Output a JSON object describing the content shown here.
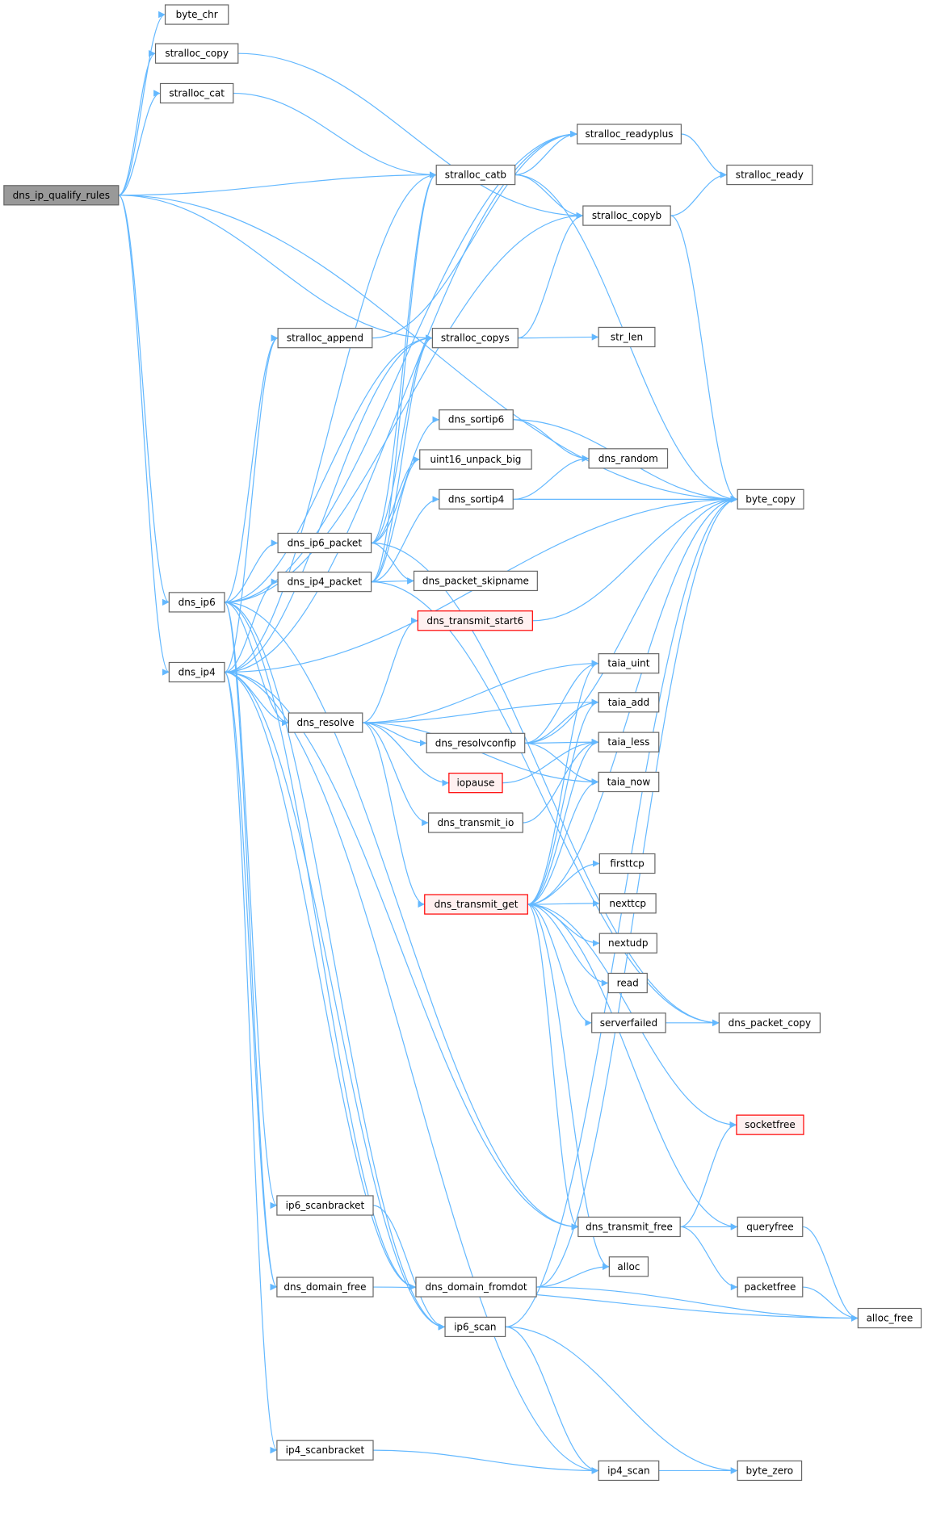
{
  "graph": {
    "type": "call-graph",
    "edge_color": "#63b8ff",
    "nodes": {
      "dns_ip_qualify_rules": {
        "label": "dns_ip_qualify_rules",
        "style": "root"
      },
      "byte_chr": {
        "label": "byte_chr",
        "style": "normal"
      },
      "stralloc_copy": {
        "label": "stralloc_copy",
        "style": "normal"
      },
      "stralloc_cat": {
        "label": "stralloc_cat",
        "style": "normal"
      },
      "stralloc_readyplus": {
        "label": "stralloc_readyplus",
        "style": "normal"
      },
      "stralloc_catb": {
        "label": "stralloc_catb",
        "style": "normal"
      },
      "stralloc_ready": {
        "label": "stralloc_ready",
        "style": "normal"
      },
      "stralloc_copyb": {
        "label": "stralloc_copyb",
        "style": "normal"
      },
      "stralloc_append": {
        "label": "stralloc_append",
        "style": "normal"
      },
      "stralloc_copys": {
        "label": "stralloc_copys",
        "style": "normal"
      },
      "str_len": {
        "label": "str_len",
        "style": "normal"
      },
      "dns_sortip6": {
        "label": "dns_sortip6",
        "style": "normal"
      },
      "uint16_unpack_big": {
        "label": "uint16_unpack_big",
        "style": "normal"
      },
      "dns_random": {
        "label": "dns_random",
        "style": "normal"
      },
      "dns_sortip4": {
        "label": "dns_sortip4",
        "style": "normal"
      },
      "byte_copy": {
        "label": "byte_copy",
        "style": "normal"
      },
      "dns_ip6_packet": {
        "label": "dns_ip6_packet",
        "style": "normal"
      },
      "dns_ip4_packet": {
        "label": "dns_ip4_packet",
        "style": "normal"
      },
      "dns_packet_skipname": {
        "label": "dns_packet_skipname",
        "style": "normal"
      },
      "dns_ip6": {
        "label": "dns_ip6",
        "style": "normal"
      },
      "dns_transmit_start6": {
        "label": "dns_transmit_start6",
        "style": "red"
      },
      "dns_ip4": {
        "label": "dns_ip4",
        "style": "normal"
      },
      "taia_uint": {
        "label": "taia_uint",
        "style": "normal"
      },
      "taia_add": {
        "label": "taia_add",
        "style": "normal"
      },
      "dns_resolve": {
        "label": "dns_resolve",
        "style": "normal"
      },
      "dns_resolvconfip": {
        "label": "dns_resolvconfip",
        "style": "normal"
      },
      "taia_less": {
        "label": "taia_less",
        "style": "normal"
      },
      "iopause": {
        "label": "iopause",
        "style": "red"
      },
      "taia_now": {
        "label": "taia_now",
        "style": "normal"
      },
      "dns_transmit_io": {
        "label": "dns_transmit_io",
        "style": "normal"
      },
      "firsttcp": {
        "label": "firsttcp",
        "style": "normal"
      },
      "dns_transmit_get": {
        "label": "dns_transmit_get",
        "style": "red"
      },
      "nexttcp": {
        "label": "nexttcp",
        "style": "normal"
      },
      "nextudp": {
        "label": "nextudp",
        "style": "normal"
      },
      "read": {
        "label": "read",
        "style": "normal"
      },
      "serverfailed": {
        "label": "serverfailed",
        "style": "normal"
      },
      "dns_packet_copy": {
        "label": "dns_packet_copy",
        "style": "normal"
      },
      "socketfree": {
        "label": "socketfree",
        "style": "red"
      },
      "ip6_scanbracket": {
        "label": "ip6_scanbracket",
        "style": "normal"
      },
      "dns_transmit_free": {
        "label": "dns_transmit_free",
        "style": "normal"
      },
      "queryfree": {
        "label": "queryfree",
        "style": "normal"
      },
      "alloc": {
        "label": "alloc",
        "style": "normal"
      },
      "dns_domain_free": {
        "label": "dns_domain_free",
        "style": "normal"
      },
      "dns_domain_fromdot": {
        "label": "dns_domain_fromdot",
        "style": "normal"
      },
      "packetfree": {
        "label": "packetfree",
        "style": "normal"
      },
      "alloc_free": {
        "label": "alloc_free",
        "style": "normal"
      },
      "ip6_scan": {
        "label": "ip6_scan",
        "style": "normal"
      },
      "ip4_scanbracket": {
        "label": "ip4_scanbracket",
        "style": "normal"
      },
      "ip4_scan": {
        "label": "ip4_scan",
        "style": "normal"
      },
      "byte_zero": {
        "label": "byte_zero",
        "style": "normal"
      }
    },
    "edges": [
      [
        "dns_ip_qualify_rules",
        "byte_chr"
      ],
      [
        "dns_ip_qualify_rules",
        "stralloc_copy"
      ],
      [
        "dns_ip_qualify_rules",
        "stralloc_cat"
      ],
      [
        "dns_ip_qualify_rules",
        "stralloc_catb"
      ],
      [
        "dns_ip_qualify_rules",
        "byte_copy"
      ],
      [
        "dns_ip_qualify_rules",
        "stralloc_copys"
      ],
      [
        "dns_ip_qualify_rules",
        "dns_ip6"
      ],
      [
        "dns_ip_qualify_rules",
        "dns_ip4"
      ],
      [
        "stralloc_copy",
        "stralloc_copyb"
      ],
      [
        "stralloc_cat",
        "stralloc_catb"
      ],
      [
        "stralloc_catb",
        "stralloc_readyplus"
      ],
      [
        "stralloc_catb",
        "stralloc_copyb"
      ],
      [
        "stralloc_catb",
        "byte_copy"
      ],
      [
        "stralloc_readyplus",
        "stralloc_ready"
      ],
      [
        "stralloc_copyb",
        "stralloc_ready"
      ],
      [
        "stralloc_copyb",
        "byte_copy"
      ],
      [
        "stralloc_copys",
        "stralloc_copyb"
      ],
      [
        "stralloc_copys",
        "str_len"
      ],
      [
        "stralloc_append",
        "stralloc_readyplus"
      ],
      [
        "dns_sortip6",
        "dns_random"
      ],
      [
        "dns_sortip6",
        "byte_copy"
      ],
      [
        "dns_sortip4",
        "dns_random"
      ],
      [
        "dns_sortip4",
        "byte_copy"
      ],
      [
        "dns_ip6_packet",
        "stralloc_catb"
      ],
      [
        "dns_ip6_packet",
        "stralloc_copys"
      ],
      [
        "dns_ip6_packet",
        "dns_sortip6"
      ],
      [
        "dns_ip6_packet",
        "uint16_unpack_big"
      ],
      [
        "dns_ip6_packet",
        "dns_packet_skipname"
      ],
      [
        "dns_ip6_packet",
        "dns_packet_copy"
      ],
      [
        "dns_ip4_packet",
        "stralloc_catb"
      ],
      [
        "dns_ip4_packet",
        "stralloc_copys"
      ],
      [
        "dns_ip4_packet",
        "dns_sortip4"
      ],
      [
        "dns_ip4_packet",
        "uint16_unpack_big"
      ],
      [
        "dns_ip4_packet",
        "dns_packet_skipname"
      ],
      [
        "dns_ip4_packet",
        "dns_packet_copy"
      ],
      [
        "dns_ip6",
        "stralloc_readyplus"
      ],
      [
        "dns_ip6",
        "stralloc_copyb"
      ],
      [
        "dns_ip6",
        "stralloc_append"
      ],
      [
        "dns_ip6",
        "stralloc_copys"
      ],
      [
        "dns_ip6",
        "dns_ip6_packet"
      ],
      [
        "dns_ip6",
        "dns_resolve"
      ],
      [
        "dns_ip6",
        "dns_transmit_free"
      ],
      [
        "dns_ip6",
        "ip6_scanbracket"
      ],
      [
        "dns_ip6",
        "dns_domain_free"
      ],
      [
        "dns_ip6",
        "dns_domain_fromdot"
      ],
      [
        "dns_ip6",
        "ip6_scan"
      ],
      [
        "dns_ip4",
        "stralloc_readyplus"
      ],
      [
        "dns_ip4",
        "stralloc_catb"
      ],
      [
        "dns_ip4",
        "byte_copy"
      ],
      [
        "dns_ip4",
        "stralloc_append"
      ],
      [
        "dns_ip4",
        "stralloc_copys"
      ],
      [
        "dns_ip4",
        "dns_ip4_packet"
      ],
      [
        "dns_ip4",
        "dns_resolve"
      ],
      [
        "dns_ip4",
        "dns_transmit_free"
      ],
      [
        "dns_ip4",
        "dns_domain_free"
      ],
      [
        "dns_ip4",
        "dns_domain_fromdot"
      ],
      [
        "dns_ip4",
        "ip4_scanbracket"
      ],
      [
        "dns_ip4",
        "ip4_scan"
      ],
      [
        "dns_ip4",
        "ip6_scan"
      ],
      [
        "dns_resolve",
        "dns_transmit_start6"
      ],
      [
        "dns_resolve",
        "taia_uint"
      ],
      [
        "dns_resolve",
        "taia_add"
      ],
      [
        "dns_resolve",
        "dns_resolvconfip"
      ],
      [
        "dns_resolve",
        "iopause"
      ],
      [
        "dns_resolve",
        "dns_transmit_io"
      ],
      [
        "dns_resolve",
        "taia_now"
      ],
      [
        "dns_resolve",
        "dns_transmit_get"
      ],
      [
        "dns_transmit_start6",
        "byte_copy"
      ],
      [
        "dns_resolvconfip",
        "byte_copy"
      ],
      [
        "dns_resolvconfip",
        "taia_uint"
      ],
      [
        "dns_resolvconfip",
        "taia_add"
      ],
      [
        "dns_resolvconfip",
        "taia_less"
      ],
      [
        "dns_resolvconfip",
        "taia_now"
      ],
      [
        "iopause",
        "taia_less"
      ],
      [
        "dns_transmit_io",
        "taia_less"
      ],
      [
        "dns_transmit_get",
        "byte_copy"
      ],
      [
        "dns_transmit_get",
        "taia_uint"
      ],
      [
        "dns_transmit_get",
        "taia_add"
      ],
      [
        "dns_transmit_get",
        "taia_less"
      ],
      [
        "dns_transmit_get",
        "taia_now"
      ],
      [
        "dns_transmit_get",
        "firsttcp"
      ],
      [
        "dns_transmit_get",
        "nexttcp"
      ],
      [
        "dns_transmit_get",
        "nextudp"
      ],
      [
        "dns_transmit_get",
        "read"
      ],
      [
        "dns_transmit_get",
        "serverfailed"
      ],
      [
        "dns_transmit_get",
        "socketfree"
      ],
      [
        "dns_transmit_get",
        "dns_transmit_free"
      ],
      [
        "dns_transmit_get",
        "queryfree"
      ],
      [
        "dns_transmit_get",
        "alloc"
      ],
      [
        "serverfailed",
        "dns_packet_copy"
      ],
      [
        "dns_transmit_free",
        "socketfree"
      ],
      [
        "dns_transmit_free",
        "queryfree"
      ],
      [
        "dns_transmit_free",
        "packetfree"
      ],
      [
        "queryfree",
        "alloc_free"
      ],
      [
        "packetfree",
        "alloc_free"
      ],
      [
        "dns_domain_free",
        "alloc_free"
      ],
      [
        "dns_domain_fromdot",
        "alloc"
      ],
      [
        "dns_domain_fromdot",
        "alloc_free"
      ],
      [
        "dns_domain_fromdot",
        "byte_copy"
      ],
      [
        "ip6_scanbracket",
        "ip6_scan"
      ],
      [
        "ip6_scan",
        "byte_copy"
      ],
      [
        "ip6_scan",
        "ip4_scan"
      ],
      [
        "ip6_scan",
        "byte_zero"
      ],
      [
        "ip4_scanbracket",
        "ip4_scan"
      ],
      [
        "ip4_scan",
        "byte_zero"
      ]
    ]
  }
}
